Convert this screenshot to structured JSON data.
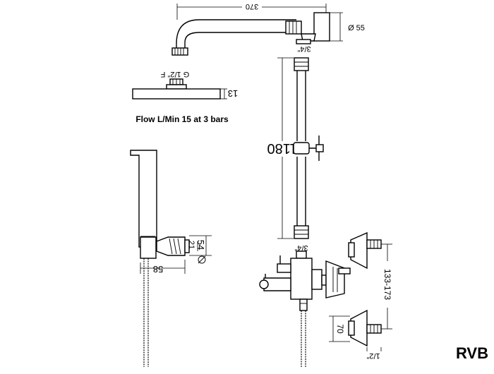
{
  "brand": "RVB",
  "labels": {
    "arm_length": "370",
    "arm_diameter": "Ø 55",
    "thread_top": "3/4\"",
    "head_connection": "G 1/2\" F",
    "head_thickness": "13",
    "flow": "Flow L/Min 15 at 3 bars",
    "riser_height": "1180",
    "thread_bottom": "3/4\"",
    "holder_height": "54",
    "holder_inner": "21",
    "holder_depth": "58",
    "eccentric_range": "133-173",
    "eccentric_offset": "70",
    "inlet_thread": "1/2\""
  }
}
